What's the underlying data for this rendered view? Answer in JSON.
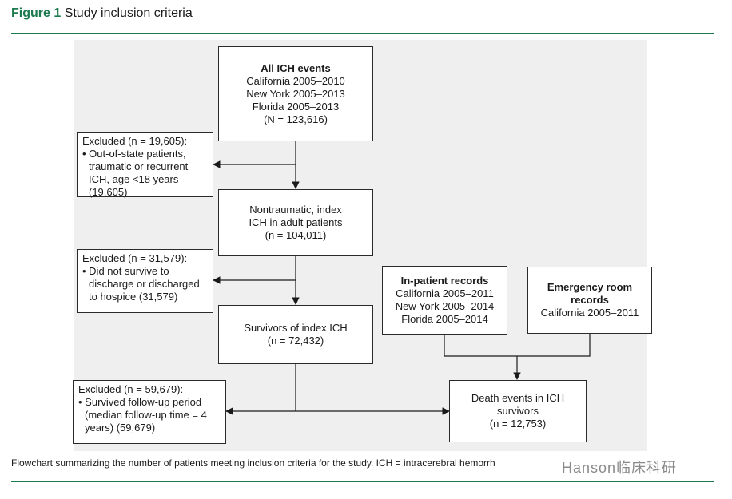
{
  "figure": {
    "label": "Figure 1",
    "title": "Study inclusion criteria"
  },
  "boxes": {
    "all_ich": {
      "title": "All ICH events",
      "line1": "California 2005–2010",
      "line2": "New York 2005–2013",
      "line3": "Florida 2005–2013",
      "line4": "(N = 123,616)"
    },
    "excluded1": {
      "title": "Excluded (n = 19,605):",
      "bullet": "• Out-of-state patients, traumatic or recurrent ICH, age <18 years (19,605)"
    },
    "nontraumatic": {
      "line1": "Nontraumatic, index",
      "line2": "ICH in adult patients",
      "line3": "(n = 104,011)"
    },
    "excluded2": {
      "title": "Excluded (n = 31,579):",
      "bullet": "• Did not survive to discharge or discharged to hospice (31,579)"
    },
    "survivors": {
      "line1": "Survivors of index ICH",
      "line2": "(n = 72,432)"
    },
    "excluded3": {
      "title": "Excluded (n = 59,679):",
      "bullet": "• Survived follow-up period (median follow-up time = 4 years) (59,679)"
    },
    "inpatient": {
      "title": "In-patient records",
      "line1": "California 2005–2011",
      "line2": "New York 2005–2014",
      "line3": "Florida 2005–2014"
    },
    "emergency": {
      "title": "Emergency room records",
      "line1": "California 2005–2011"
    },
    "death": {
      "line1": "Death events in ICH",
      "line2": "survivors",
      "line3": "(n = 12,753)"
    }
  },
  "caption": "Flowchart summarizing the number of patients meeting inclusion criteria for the study. ICH = intracerebral hemorrh",
  "watermark": "Hanson临床科研"
}
